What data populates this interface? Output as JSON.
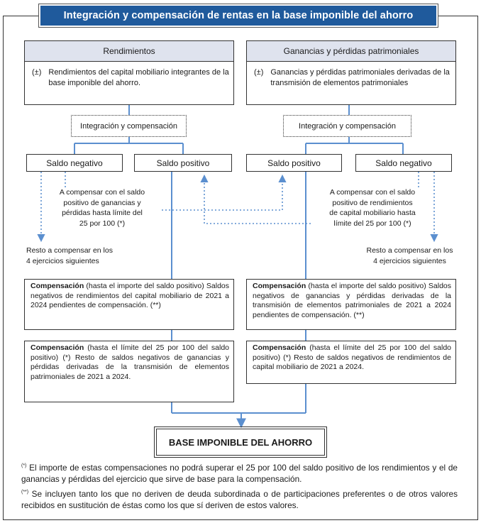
{
  "title": "Integración y compensación de rentas en la base imponible del ahorro",
  "left": {
    "header": "Rendimientos",
    "description": "Rendimientos del capital mobiliario integrantes de la base imponible del ahorro.",
    "integration": "Integración y compensación",
    "negative": "Saldo negativo",
    "positive": "Saldo positivo",
    "remainder": [
      "Resto a compensar en los",
      "4 ejercicios siguientes"
    ],
    "comp1_bold": "Compensación",
    "comp1_text": " (hasta el importe del saldo positivo) Saldos negativos de rendimientos del capital mobiliario de 2021 a 2024 pendientes de compensación. (**)",
    "comp2_bold": "Compensación",
    "comp2_text": " (hasta el límite del 25 por 100 del saldo positivo) (*) Resto de saldos negativos de ganancias y pérdidas derivadas de la transmisión de elementos patrimoniales de 2021 a 2024."
  },
  "right": {
    "header": "Ganancias y pérdidas patrimoniales",
    "description": "Ganancias y pérdidas patrimoniales derivadas de la transmisión de elementos patrimoniales",
    "integration": "Integración y compensación",
    "positive": "Saldo positivo",
    "negative": "Saldo negativo",
    "remainder": [
      "Resto a compensar en los",
      "4 ejercicios siguientes"
    ],
    "comp1_bold": "Compensación",
    "comp1_text": " (hasta el importe del saldo positivo) Saldos negativos de ganancias y pérdidas derivadas de la transmisión de elementos patrimoniales de 2021 a 2024 pendientes de compensación. (**)",
    "comp2_bold": "Compensación",
    "comp2_text": " (hasta el límite del 25 por 100 del saldo positivo) (*) Resto de saldos negativos de rendimientos de capital mobiliario de 2021 a 2024."
  },
  "pm_symbol": "(±)",
  "cross_note_left": [
    "A compensar con el saldo",
    "positivo de ganancias y",
    "pérdidas hasta límite del",
    "25 por 100 (*)"
  ],
  "cross_note_right": [
    "A compensar con el saldo",
    "positivo de rendimientos",
    "de capital mobiliario hasta",
    "límite del 25 por 100 (*)"
  ],
  "base": "BASE IMPONIBLE DEL AHORRO",
  "footnote1_mark": "(*)",
  "footnote1": "El importe de estas compensaciones no podrá superar el 25 por 100 del saldo positivo de los rendimientos y el de ganancias y pérdidas del ejercicio que sirve de base para la compensación.",
  "footnote2_mark": "(**)",
  "footnote2": "Se incluyen tanto los que no deriven de deuda subordinada o de participaciones preferentes o de otros valores recibidos en sustitución de éstas como los que sí deriven de estos valores.",
  "colors": {
    "title_bg": "#1f5a9c",
    "header_bg": "#dfe3ee",
    "connector": "#5b8fcf"
  }
}
